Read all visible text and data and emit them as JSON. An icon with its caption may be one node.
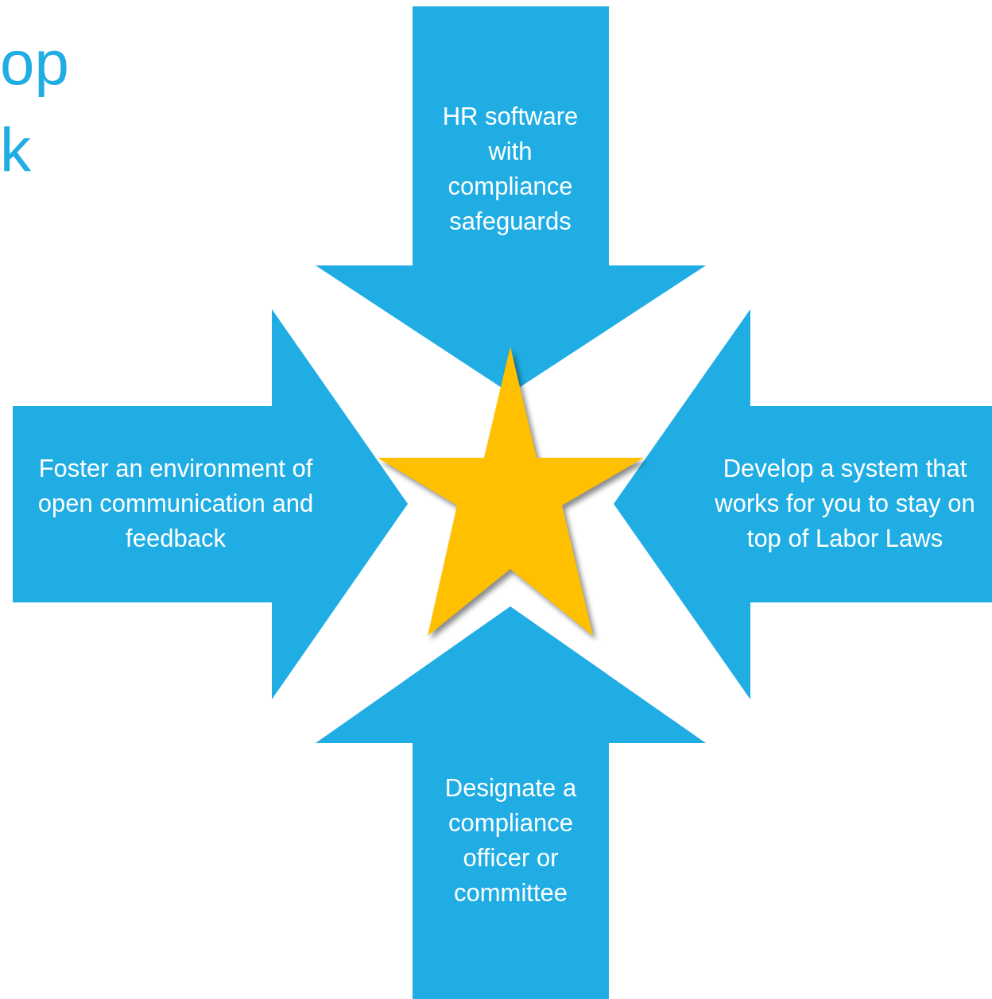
{
  "diagram": {
    "nodes": [
      {
        "text": [
          "HR software with compliance safeguards"
        ]
      },
      {
        "text": [
          "Foster an environment of open communication and feedback"
        ]
      },
      {
        "text": [
          "Develop a system that works for you to stay on top of Labor Laws"
        ]
      },
      {
        "text": [
          "Designate a compliance officer or committee"
        ]
      },
      {
        "text": [],
        "shape": "star"
      }
    ],
    "labels": [
      "op",
      "k"
    ]
  }
}
